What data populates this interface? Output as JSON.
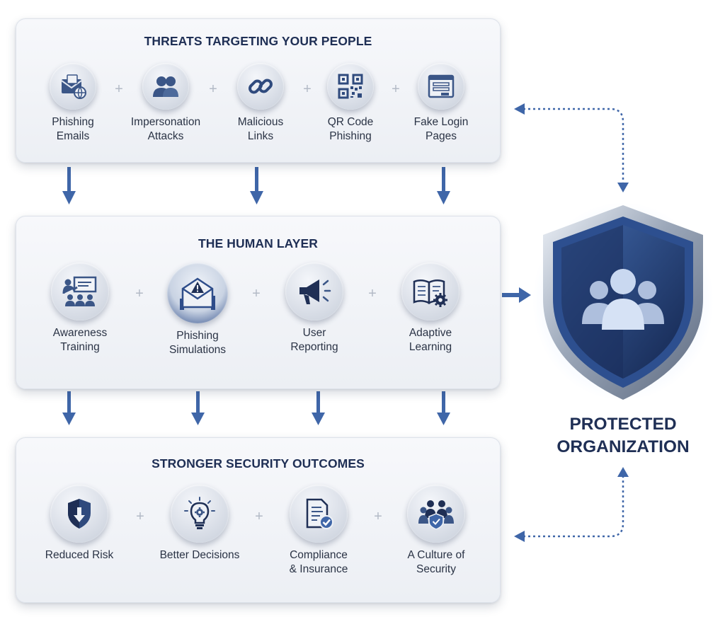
{
  "threats": {
    "title": "THREATS TARGETING YOUR PEOPLE",
    "items": [
      {
        "label": "Phishing\nEmails",
        "icon": "envelope-link-icon"
      },
      {
        "label": "Impersonation\nAttacks",
        "icon": "users-icon"
      },
      {
        "label": "Malicious\nLinks",
        "icon": "chain-link-icon"
      },
      {
        "label": "QR Code\nPhishing",
        "icon": "qr-code-icon"
      },
      {
        "label": "Fake Login\nPages",
        "icon": "login-window-icon"
      }
    ]
  },
  "human_layer": {
    "title": "THE HUMAN LAYER",
    "items": [
      {
        "label": "Awareness\nTraining",
        "icon": "presentation-icon"
      },
      {
        "label": "Phishing\nSimulations",
        "icon": "alert-envelope-icon"
      },
      {
        "label": "User\nReporting",
        "icon": "megaphone-icon"
      },
      {
        "label": "Adaptive\nLearning",
        "icon": "book-gear-icon"
      }
    ]
  },
  "outcomes": {
    "title": "STRONGER SECURITY OUTCOMES",
    "items": [
      {
        "label": "Reduced Risk",
        "icon": "shield-down-icon"
      },
      {
        "label": "Better Decisions",
        "icon": "lightbulb-gear-icon"
      },
      {
        "label": "Compliance\n& Insurance",
        "icon": "document-check-icon"
      },
      {
        "label": "A Culture of\nSecurity",
        "icon": "team-shield-icon"
      }
    ]
  },
  "organization": {
    "label": "PROTECTED\nORGANIZATION",
    "icon": "shield-people-icon"
  },
  "colors": {
    "navy": "#1f2f55",
    "accent_blue": "#3f66a8",
    "icon_blue": "#3b5687"
  }
}
